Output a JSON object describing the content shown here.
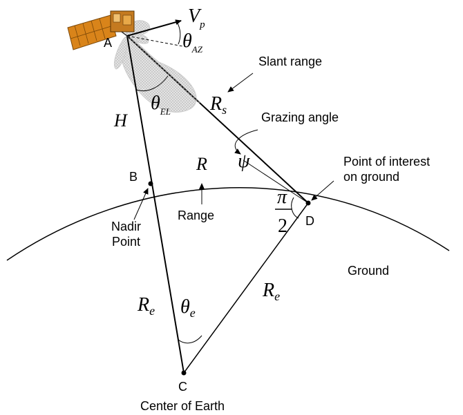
{
  "points": {
    "a": "A",
    "b": "B",
    "c": "C",
    "d": "D"
  },
  "labels": {
    "slant_range": "Slant range",
    "grazing_angle": "Grazing angle",
    "point_of_interest_line1": "Point of interest",
    "point_of_interest_line2": "on ground",
    "range": "Range",
    "nadir_line1": "Nadir",
    "nadir_line2": "Point",
    "ground": "Ground",
    "center_of_earth": "Center of Earth"
  },
  "symbols": {
    "velocity": "V",
    "velocity_sub": "p",
    "theta_az": "θ",
    "theta_az_sub": "AZ",
    "theta_el": "θ",
    "theta_el_sub": "EL",
    "h": "H",
    "rs": "R",
    "rs_sub": "s",
    "r": "R",
    "psi": "ψ",
    "pi": "π",
    "two": "2",
    "re_left": "R",
    "re_left_sub": "e",
    "re_right": "R",
    "re_right_sub": "e",
    "theta_e": "θ",
    "theta_e_sub": "e"
  },
  "colors": {
    "line": "#000000",
    "satellite_panel": "#d9841a",
    "satellite_panel_dark": "#9a5a10",
    "beam": "#c8c8c8"
  },
  "icons": {
    "satellite": "satellite-icon"
  }
}
